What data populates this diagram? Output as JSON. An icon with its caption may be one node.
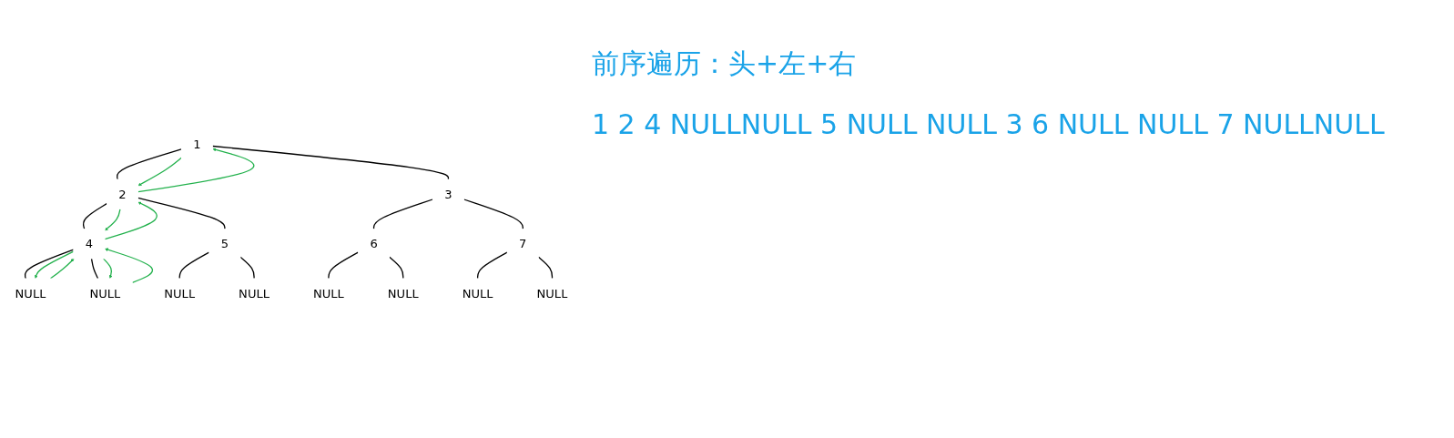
{
  "diagram": {
    "nodes": [
      {
        "text": [
          "1"
        ]
      },
      {
        "text": [
          "2"
        ]
      },
      {
        "text": [
          "3"
        ]
      },
      {
        "text": [
          "4"
        ]
      },
      {
        "text": [
          "5"
        ]
      },
      {
        "text": [
          "6"
        ]
      },
      {
        "text": [
          "7"
        ]
      },
      {
        "text": [
          "NULL"
        ]
      },
      {
        "text": [
          "NULL"
        ]
      },
      {
        "text": [
          "NULL"
        ]
      },
      {
        "text": [
          "NULL"
        ]
      },
      {
        "text": [
          "NULL"
        ]
      },
      {
        "text": [
          "NULL"
        ]
      },
      {
        "text": [
          "NULL"
        ]
      },
      {
        "text": [
          "NULL"
        ]
      }
    ],
    "edges": [
      {
        "from": 0,
        "to": 1,
        "arrow": "none"
      },
      {
        "from": 0,
        "to": 2,
        "arrow": "none"
      },
      {
        "from": 1,
        "to": 3,
        "arrow": "none"
      },
      {
        "from": 1,
        "to": 4,
        "arrow": "none"
      },
      {
        "from": 2,
        "to": 5,
        "arrow": "none"
      },
      {
        "from": 2,
        "to": 6,
        "arrow": "none"
      },
      {
        "from": 3,
        "to": 7,
        "arrow": "none"
      },
      {
        "from": 3,
        "to": 8,
        "arrow": "none"
      },
      {
        "from": 4,
        "to": 9,
        "arrow": "none"
      },
      {
        "from": 4,
        "to": 10,
        "arrow": "none"
      },
      {
        "from": 5,
        "to": 11,
        "arrow": "none"
      },
      {
        "from": 5,
        "to": 12,
        "arrow": "none"
      },
      {
        "from": 6,
        "to": 13,
        "arrow": "none"
      },
      {
        "from": 6,
        "to": 14,
        "arrow": "none"
      },
      {
        "from": 0,
        "to": 1,
        "arrow": "to",
        "color": "#22b14c"
      },
      {
        "from": 1,
        "to": 0,
        "arrow": "to",
        "color": "#22b14c"
      },
      {
        "from": 1,
        "to": 3,
        "arrow": "to",
        "color": "#22b14c"
      },
      {
        "from": 3,
        "to": 1,
        "arrow": "to",
        "color": "#22b14c"
      },
      {
        "from": 3,
        "to": 7,
        "arrow": "to",
        "color": "#22b14c"
      },
      {
        "from": 7,
        "to": 3,
        "arrow": "to",
        "color": "#22b14c"
      },
      {
        "from": 3,
        "to": 8,
        "arrow": "to",
        "color": "#22b14c"
      },
      {
        "from": 8,
        "to": 3,
        "arrow": "to",
        "color": "#22b14c"
      }
    ],
    "labels": [
      "前序遍历：头+左+右",
      "1 2 4 NULLNULL 5 NULL NULL 3 6 NULL NULL 7 NULLNULL"
    ]
  }
}
